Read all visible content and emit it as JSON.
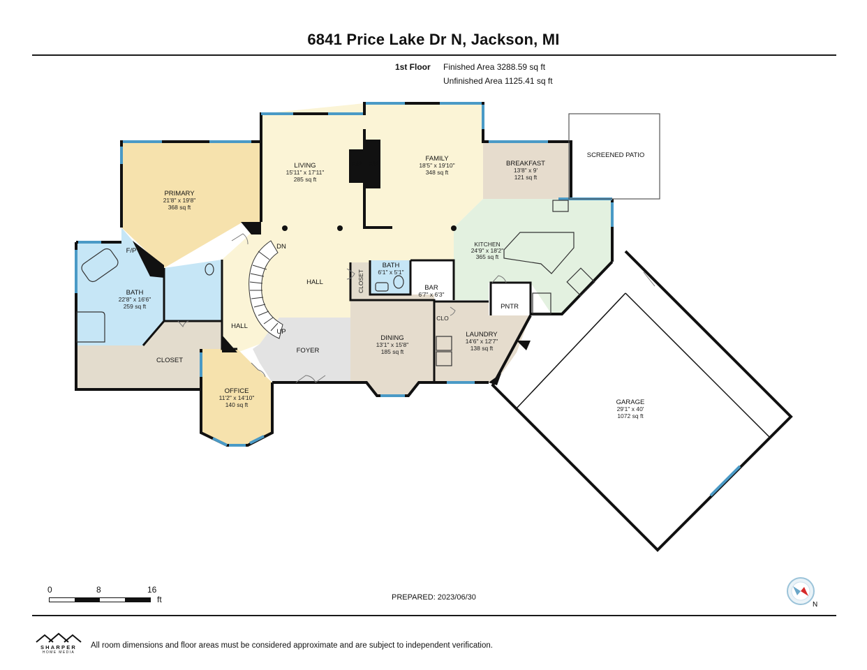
{
  "title": "6841 Price Lake Dr N, Jackson, MI",
  "floor": {
    "label": "1st Floor",
    "finished_area": "Finished Area 3288.59 sq ft",
    "unfinished_area": "Unfinished Area 1125.41 sq ft"
  },
  "rooms": {
    "primary": {
      "name": "PRIMARY",
      "dims": "21'8\" x 19'8\"",
      "area": "368 sq ft"
    },
    "living": {
      "name": "LIVING",
      "dims": "15'11\" x 17'11\"",
      "area": "285 sq ft"
    },
    "family": {
      "name": "FAMILY",
      "dims": "18'5\" x 19'10\"",
      "area": "348 sq ft"
    },
    "breakfast": {
      "name": "BREAKFAST",
      "dims": "13'8\" x 9'",
      "area": "121 sq ft"
    },
    "screened_patio": {
      "name": "SCREENED PATIO"
    },
    "kitchen": {
      "name": "KITCHEN",
      "dims": "24'9\" x 18'2\"",
      "area": "365 sq ft"
    },
    "primary_bath": {
      "name": "BATH",
      "dims": "22'8\" x 16'6\"",
      "area": "259 sq ft"
    },
    "half_bath": {
      "name": "BATH",
      "dims": "6'1\" x 5'1\""
    },
    "bar": {
      "name": "BAR",
      "dims": "6'7\" x 6'3\""
    },
    "pantry": {
      "name": "PNTR"
    },
    "hall_center": {
      "name": "HALL"
    },
    "hall_side": {
      "name": "HALL"
    },
    "closet_vertical": {
      "name": "CLOSET"
    },
    "closet_primary": {
      "name": "CLOSET"
    },
    "clo": {
      "name": "CLO"
    },
    "dining": {
      "name": "DINING",
      "dims": "13'1\" x 15'8\"",
      "area": "185 sq ft"
    },
    "laundry": {
      "name": "LAUNDRY",
      "dims": "14'6\" x 12'7\"",
      "area": "138 sq ft"
    },
    "foyer": {
      "name": "FOYER"
    },
    "office": {
      "name": "OFFICE",
      "dims": "11'2\" x 14'10\"",
      "area": "140 sq ft"
    },
    "garage": {
      "name": "GARAGE",
      "dims": "29'1\" x 40'",
      "area": "1072 sq ft"
    }
  },
  "labels": {
    "fireplace": "F/P",
    "stairs_down": "DN",
    "stairs_up": "UP"
  },
  "scale_bar": {
    "ticks": [
      "0",
      "8",
      "16"
    ],
    "unit": "ft"
  },
  "prepared": "PREPARED: 2023/06/30",
  "compass_label": "N",
  "logo": {
    "name": "SHARPER",
    "subtitle": "HOME MEDIA"
  },
  "disclaimer": "All room dimensions and floor areas must be considered approximate and are subject to independent verification.",
  "colors": {
    "primary_fill": "#f6e2ad",
    "living_fill": "#fbf4d6",
    "breakfast_fill": "#e6dccd",
    "kitchen_fill": "#e3f1e0",
    "bath_fill": "#c6e6f6",
    "dining_fill": "#e5dccd",
    "closet_fill": "#e3dccd",
    "foyer_fill": "#e3e3e3",
    "office_fill": "#f6e2ad",
    "wall": "#111111",
    "window": "#4a9ac6"
  }
}
